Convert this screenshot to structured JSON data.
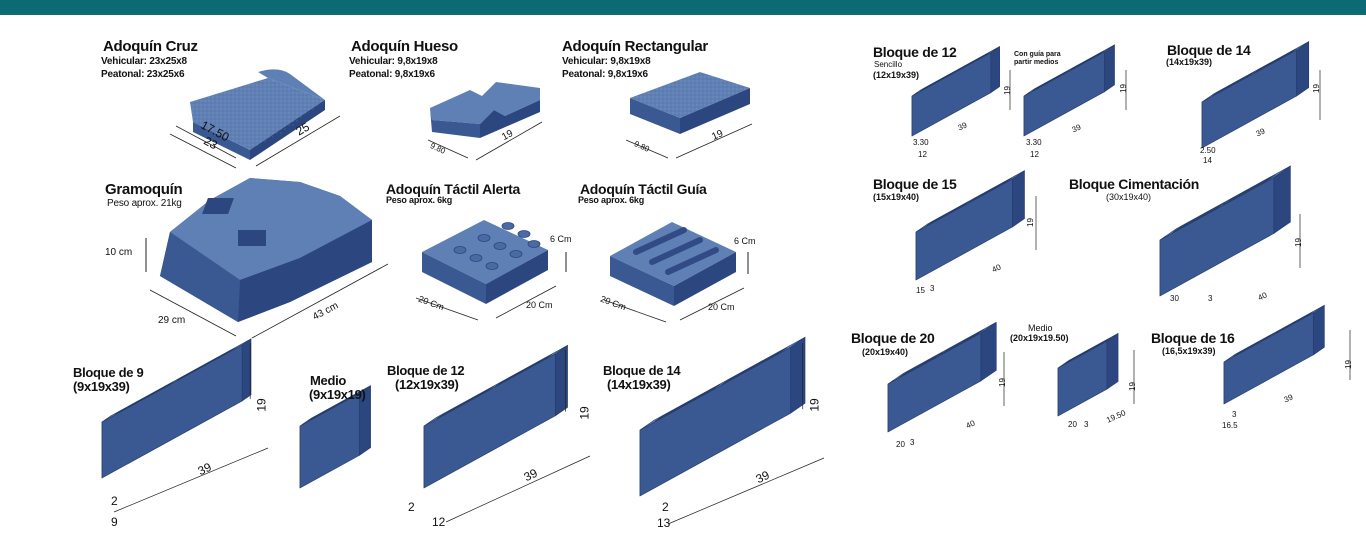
{
  "colors": {
    "header_bar": "#0b6a73",
    "block_top": "#5f80b4",
    "block_left": "#3a5891",
    "block_right": "#2c4680",
    "text": "#111111"
  },
  "pavers": {
    "cruz": {
      "title": "Adoquín Cruz",
      "line1": "Vehicular: 23x25x8",
      "line2": "Peatonal: 23x25x6",
      "d1": "17.50",
      "d2": "23",
      "d3": "25"
    },
    "hueso": {
      "title": "Adoquín Hueso",
      "line1": "Vehicular: 9,8x19x8",
      "line2": "Peatonal: 9,8x19x6",
      "d1": "9.80",
      "d2": "19"
    },
    "rectangular": {
      "title": "Adoquín Rectangular",
      "line1": "Vehicular: 9,8x19x8",
      "line2": "Peatonal: 9,8x19x6",
      "d1": "9.80",
      "d2": "19"
    },
    "gramoquin": {
      "title": "Gramoquín",
      "weight": "Peso aprox. 21kg",
      "h": "10 cm",
      "w": "29 cm",
      "l": "43 cm"
    },
    "tactil_alerta": {
      "title": "Adoquín Táctil Alerta",
      "weight": "Peso aprox. 6kg",
      "h": "6 Cm",
      "a": "20 Cm",
      "b": "20 Cm"
    },
    "tactil_guia": {
      "title": "Adoquín Táctil Guía",
      "weight": "Peso aprox. 6kg",
      "h": "6 Cm",
      "a": "20 Cm",
      "b": "20 Cm"
    }
  },
  "blocks_left": {
    "b9": {
      "title": "Bloque de 9",
      "size": "(9x19x39)",
      "h": "19",
      "l": "39",
      "w": "9",
      "t": "2"
    },
    "medio": {
      "title": "Medio",
      "size": "(9x19x19)"
    },
    "b12": {
      "title": "Bloque de 12",
      "size": "(12x19x39)",
      "h": "19",
      "l": "39",
      "w": "12",
      "t": "2"
    },
    "b14": {
      "title": "Bloque de 14",
      "size": "(14x19x39)",
      "h": "19",
      "l": "39",
      "w": "13",
      "t": "2"
    }
  },
  "blocks_right": {
    "b12": {
      "title": "Bloque de 12",
      "sub": "Sencillo",
      "size": "(12x19x39)",
      "h": "19",
      "l": "39",
      "w": "12",
      "t": "3.30"
    },
    "b12guia": {
      "note1": "Con guía para",
      "note2": "partir medios",
      "h": "19",
      "l": "39",
      "w": "12",
      "t": "3.30"
    },
    "b14": {
      "title": "Bloque de 14",
      "size": "(14x19x39)",
      "h": "19",
      "l": "39",
      "w": "14",
      "t": "2.50"
    },
    "b15": {
      "title": "Bloque de 15",
      "size": "(15x19x40)",
      "h": "19",
      "l": "40",
      "w": "15",
      "t": "3"
    },
    "cimentacion": {
      "title": "Bloque Cimentación",
      "size": "(30x19x40)",
      "h": "19",
      "l": "40",
      "w": "30",
      "t": "3"
    },
    "b20": {
      "title": "Bloque de 20",
      "size": "(20x19x40)",
      "h": "19",
      "l": "40",
      "w": "20",
      "t": "3"
    },
    "medio": {
      "title": "Medio",
      "size": "(20x19x19.50)",
      "h": "19",
      "l": "19.50",
      "w": "20",
      "t": "3"
    },
    "b16": {
      "title": "Bloque de 16",
      "size": "(16,5x19x39)",
      "h": "19",
      "l": "39",
      "w": "16.5",
      "t": "3"
    }
  }
}
